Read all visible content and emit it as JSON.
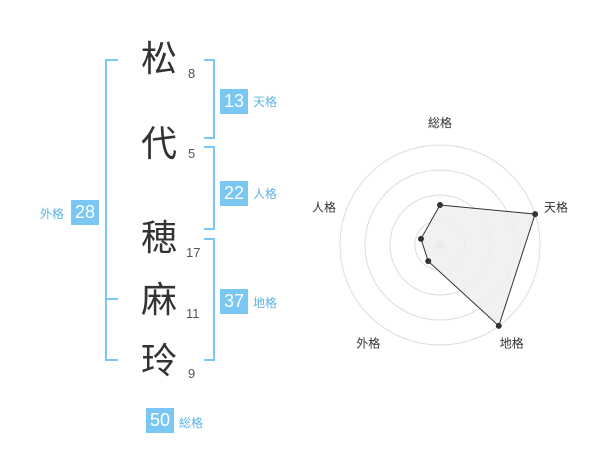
{
  "name": {
    "characters": [
      {
        "char": "松",
        "strokes": "8"
      },
      {
        "char": "代",
        "strokes": "5"
      },
      {
        "char": "穂",
        "strokes": "17"
      },
      {
        "char": "麻",
        "strokes": "11"
      },
      {
        "char": "玲",
        "strokes": "9"
      }
    ]
  },
  "fortunes": {
    "tenkaku": {
      "value": "13",
      "label": "天格"
    },
    "jinkaku": {
      "value": "22",
      "label": "人格"
    },
    "chikaku": {
      "value": "37",
      "label": "地格"
    },
    "gaikaku": {
      "value": "28",
      "label": "外格"
    },
    "soukaku": {
      "value": "50",
      "label": "総格"
    }
  },
  "colors": {
    "accent": "#79c7f2",
    "accent_text": "#5cb3e6",
    "radar_fill": "#eeeeee",
    "radar_line": "#333333"
  },
  "chart_data": {
    "type": "radar",
    "axes": [
      "総格",
      "天格",
      "地格",
      "外格",
      "人格"
    ],
    "values": [
      2,
      5,
      5,
      1,
      1
    ],
    "range": [
      0,
      5
    ],
    "rings": 4
  }
}
